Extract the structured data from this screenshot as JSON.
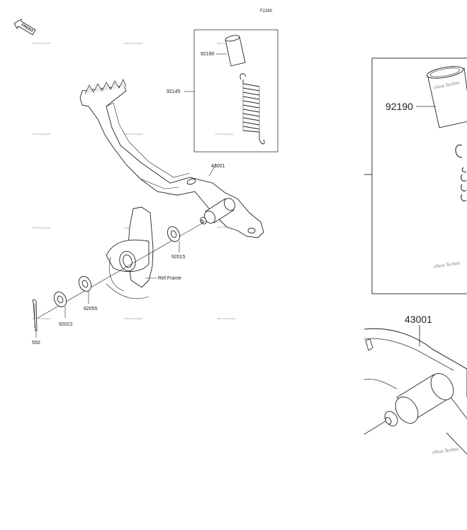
{
  "figure_code": "F2260",
  "front_label": "FRONT",
  "ref_frame": "Ref.Frame",
  "watermark": "vNext Technologies",
  "watermark_zoom": "vNext Techno",
  "parts": {
    "collar": "92190",
    "spring_kit": "92145",
    "pedal": "43001",
    "washer_inner": "92015",
    "washer_outer": "92055",
    "washer_pin": "92022",
    "cotter_pin": "550"
  },
  "zoom_labels": {
    "collar": "92190",
    "pedal": "43001"
  }
}
